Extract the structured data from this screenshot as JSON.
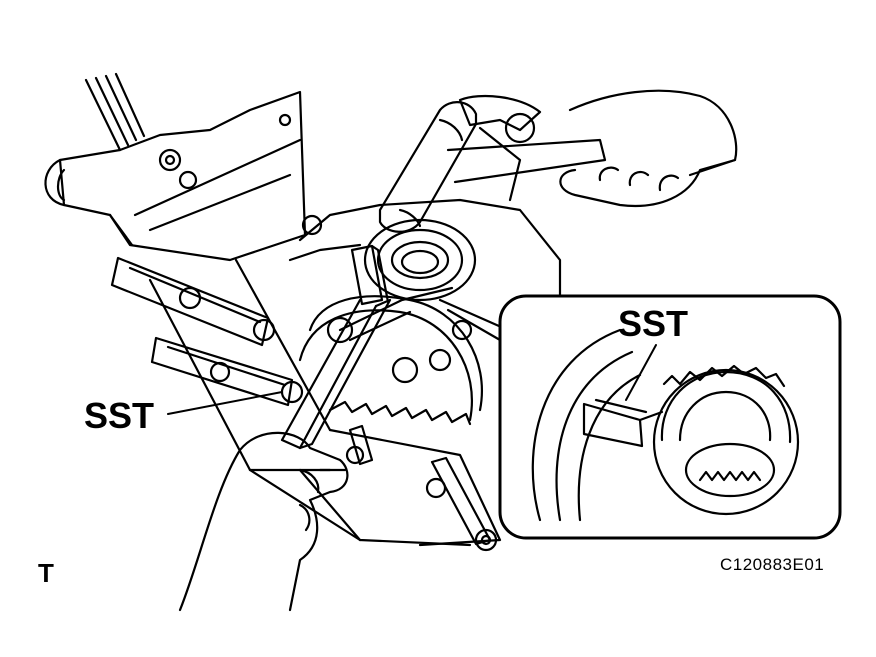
{
  "labels": {
    "sst_main": "SST",
    "sst_inset": "SST",
    "corner_mark": "T",
    "figure_code": "C120883E01"
  },
  "colors": {
    "ink": "#000000",
    "paper": "#ffffff"
  }
}
